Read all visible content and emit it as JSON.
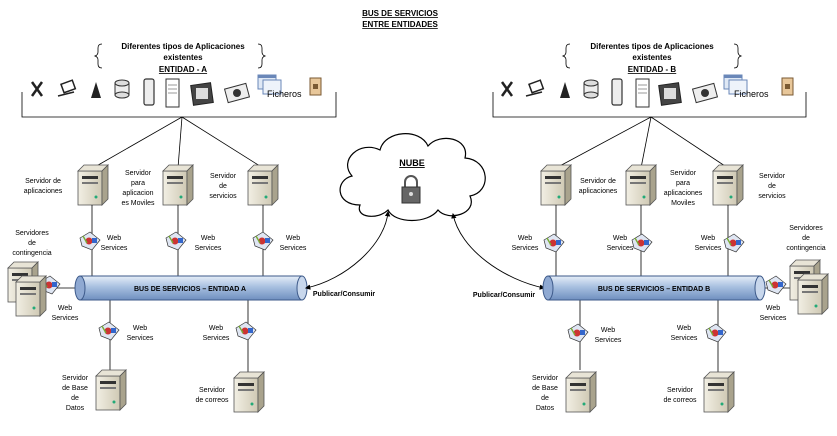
{
  "title": {
    "line1": "BUS DE SERVICIOS",
    "line2": "ENTRE ENTIDADES"
  },
  "cloud_label": "NUBE",
  "publish_label": "Publicar/Consumir",
  "web_services": [
    "Web",
    "Services"
  ],
  "entity_a": {
    "apps_line1": "Diferentes tipos de Aplicaciones",
    "apps_line2": "existentes",
    "apps_line3": "ENTIDAD - A",
    "ficheros": "Ficheros",
    "bus": "BUS DE SERVICIOS – ENTIDAD A",
    "srv_app": [
      "Servidor de",
      "aplicaciones"
    ],
    "srv_mobile": [
      "Servidor",
      "para",
      "aplicacion",
      "es Moviles"
    ],
    "srv_services": [
      "Servidor",
      "de",
      "servicios"
    ],
    "srv_contingency": [
      "Servidores",
      "de",
      "contingencia"
    ],
    "srv_db": [
      "Servidor",
      "de Base",
      "de",
      "Datos"
    ],
    "srv_mail": [
      "Servidor",
      "de correos"
    ]
  },
  "entity_b": {
    "apps_line1": "Diferentes tipos de Aplicaciones",
    "apps_line2": "existentes",
    "apps_line3": "ENTIDAD - B",
    "ficheros": "Ficheros",
    "bus": "BUS DE SERVICIOS – ENTIDAD B",
    "srv_app": [
      "Servidor de",
      "aplicaciones"
    ],
    "srv_mobile": [
      "Servidor",
      "para",
      "aplicaciones",
      "Moviles"
    ],
    "srv_services": [
      "Servidor",
      "de",
      "servicios"
    ],
    "srv_contingency": [
      "Servidores",
      "de",
      "contingencia"
    ],
    "srv_db": [
      "Servidor",
      "de Base",
      "de",
      "Datos"
    ],
    "srv_mail": [
      "Servidor",
      "de correos"
    ]
  },
  "icons": [
    "tools-icon",
    "laptop-icon",
    "tree-icon",
    "database-icon",
    "phone-icon",
    "document-icon",
    "monitor-icon",
    "disc-icon",
    "window-icon",
    "book-icon",
    "server-icon",
    "cloud-icon",
    "lock-icon",
    "webservice-icon"
  ]
}
